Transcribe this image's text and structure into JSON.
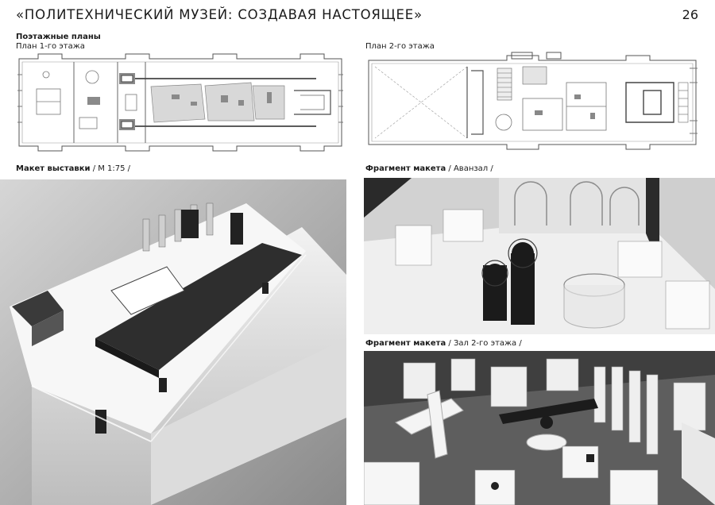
{
  "header": {
    "title": "«ПОЛИТЕХНИЧЕСКИЙ МУЗЕЙ: СОЗДАВАЯ НАСТОЯЩЕЕ»",
    "page_number": "26"
  },
  "floor_plans": {
    "heading": "Поэтажные планы",
    "plan1_label": "План 1-го этажа",
    "plan2_label": "План 2-го этажа"
  },
  "captions": {
    "model_main_bold": "Макет выставки",
    "model_main_rest": " / М 1:75 /",
    "fragment1_bold": "Фрагмент макета",
    "fragment1_rest": " / Аванзал /",
    "fragment2_bold": "Фрагмент макета",
    "fragment2_rest": " / Зал 2-го этажа /"
  }
}
